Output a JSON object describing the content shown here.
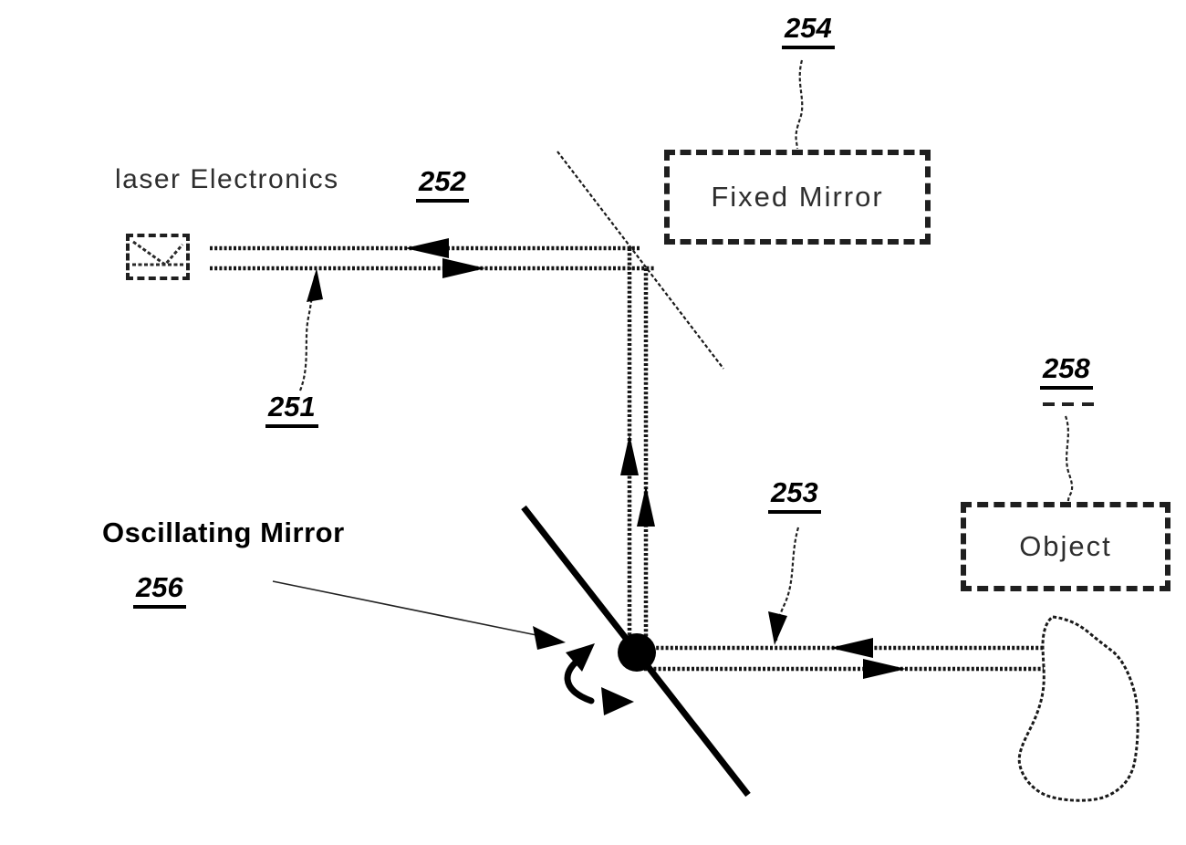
{
  "figure": {
    "background_color": "#ffffff",
    "ink_color": "#111111",
    "stippled_ink_color": "#2e2e2e",
    "components": {
      "laser_electronics": {
        "label": "laser Electronics",
        "ref": "252"
      },
      "laser_beam": {
        "ref": "251"
      },
      "fixed_mirror": {
        "label": "Fixed Mirror",
        "ref": "254"
      },
      "object_beam": {
        "ref": "253"
      },
      "oscillating_mirror": {
        "label": "Oscillating Mirror",
        "ref": "256"
      },
      "object": {
        "label": "Object",
        "ref": "258"
      }
    }
  }
}
